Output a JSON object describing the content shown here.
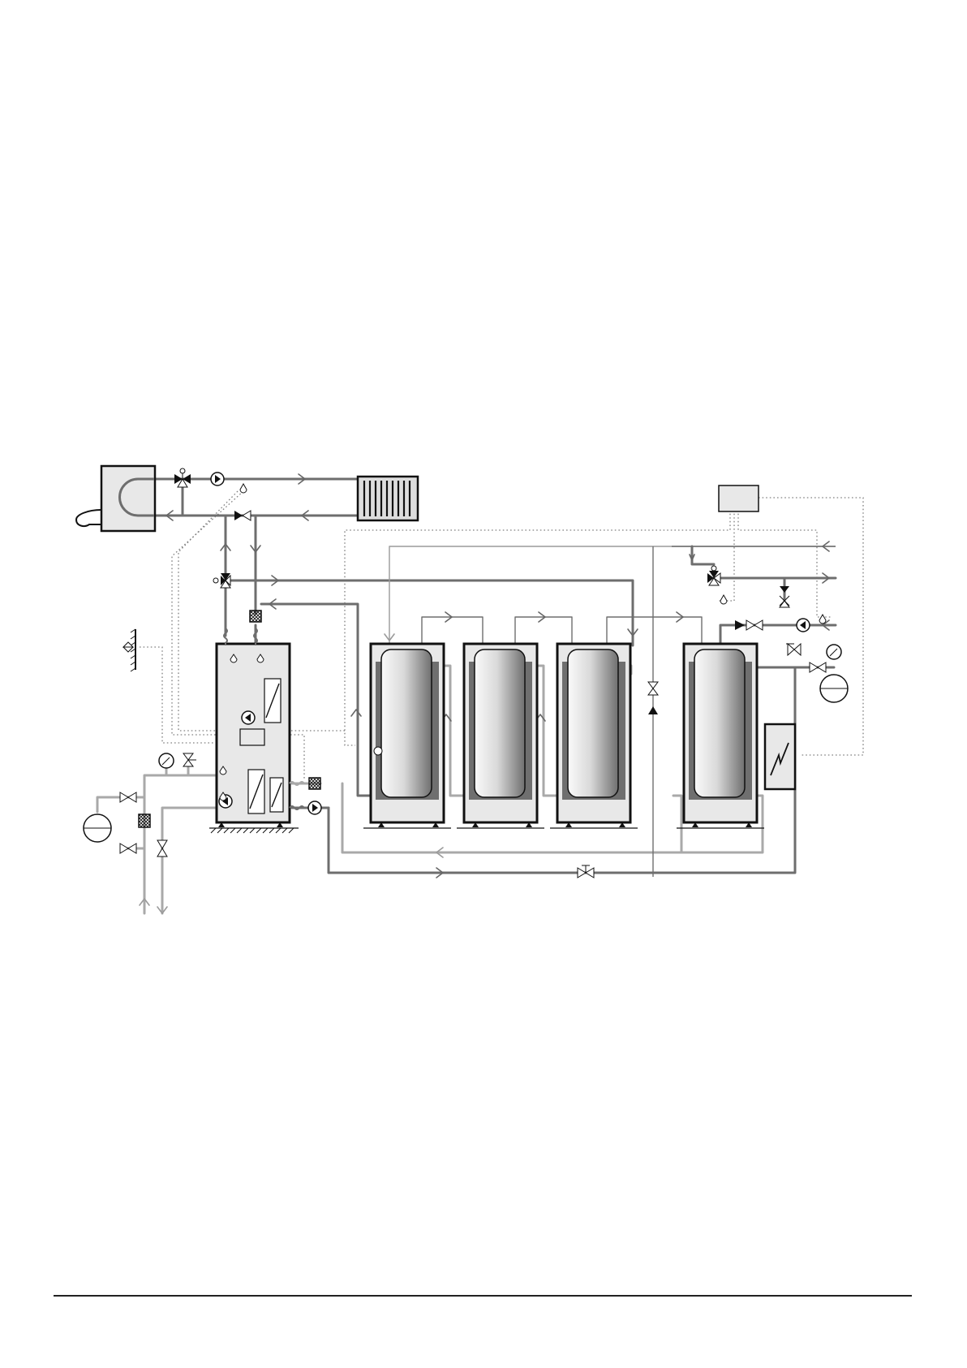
{
  "diagram": {
    "colors": {
      "pipe_dark": "#6e6e6e",
      "pipe_light": "#a9a9a9",
      "outline": "#111111",
      "panel_fill": "#e8e8e8",
      "signal_line": "#808080"
    },
    "components": [
      {
        "name": "boiler-with-burner"
      },
      {
        "name": "radiator"
      },
      {
        "name": "heat-pump-unit"
      },
      {
        "name": "buffer-tank-1"
      },
      {
        "name": "buffer-tank-2"
      },
      {
        "name": "buffer-tank-3"
      },
      {
        "name": "hot-water-tank"
      },
      {
        "name": "electric-heater"
      },
      {
        "name": "controller"
      },
      {
        "name": "expansion-vessel-left"
      },
      {
        "name": "expansion-vessel-right"
      },
      {
        "name": "outdoor-temperature-sensor"
      }
    ]
  }
}
